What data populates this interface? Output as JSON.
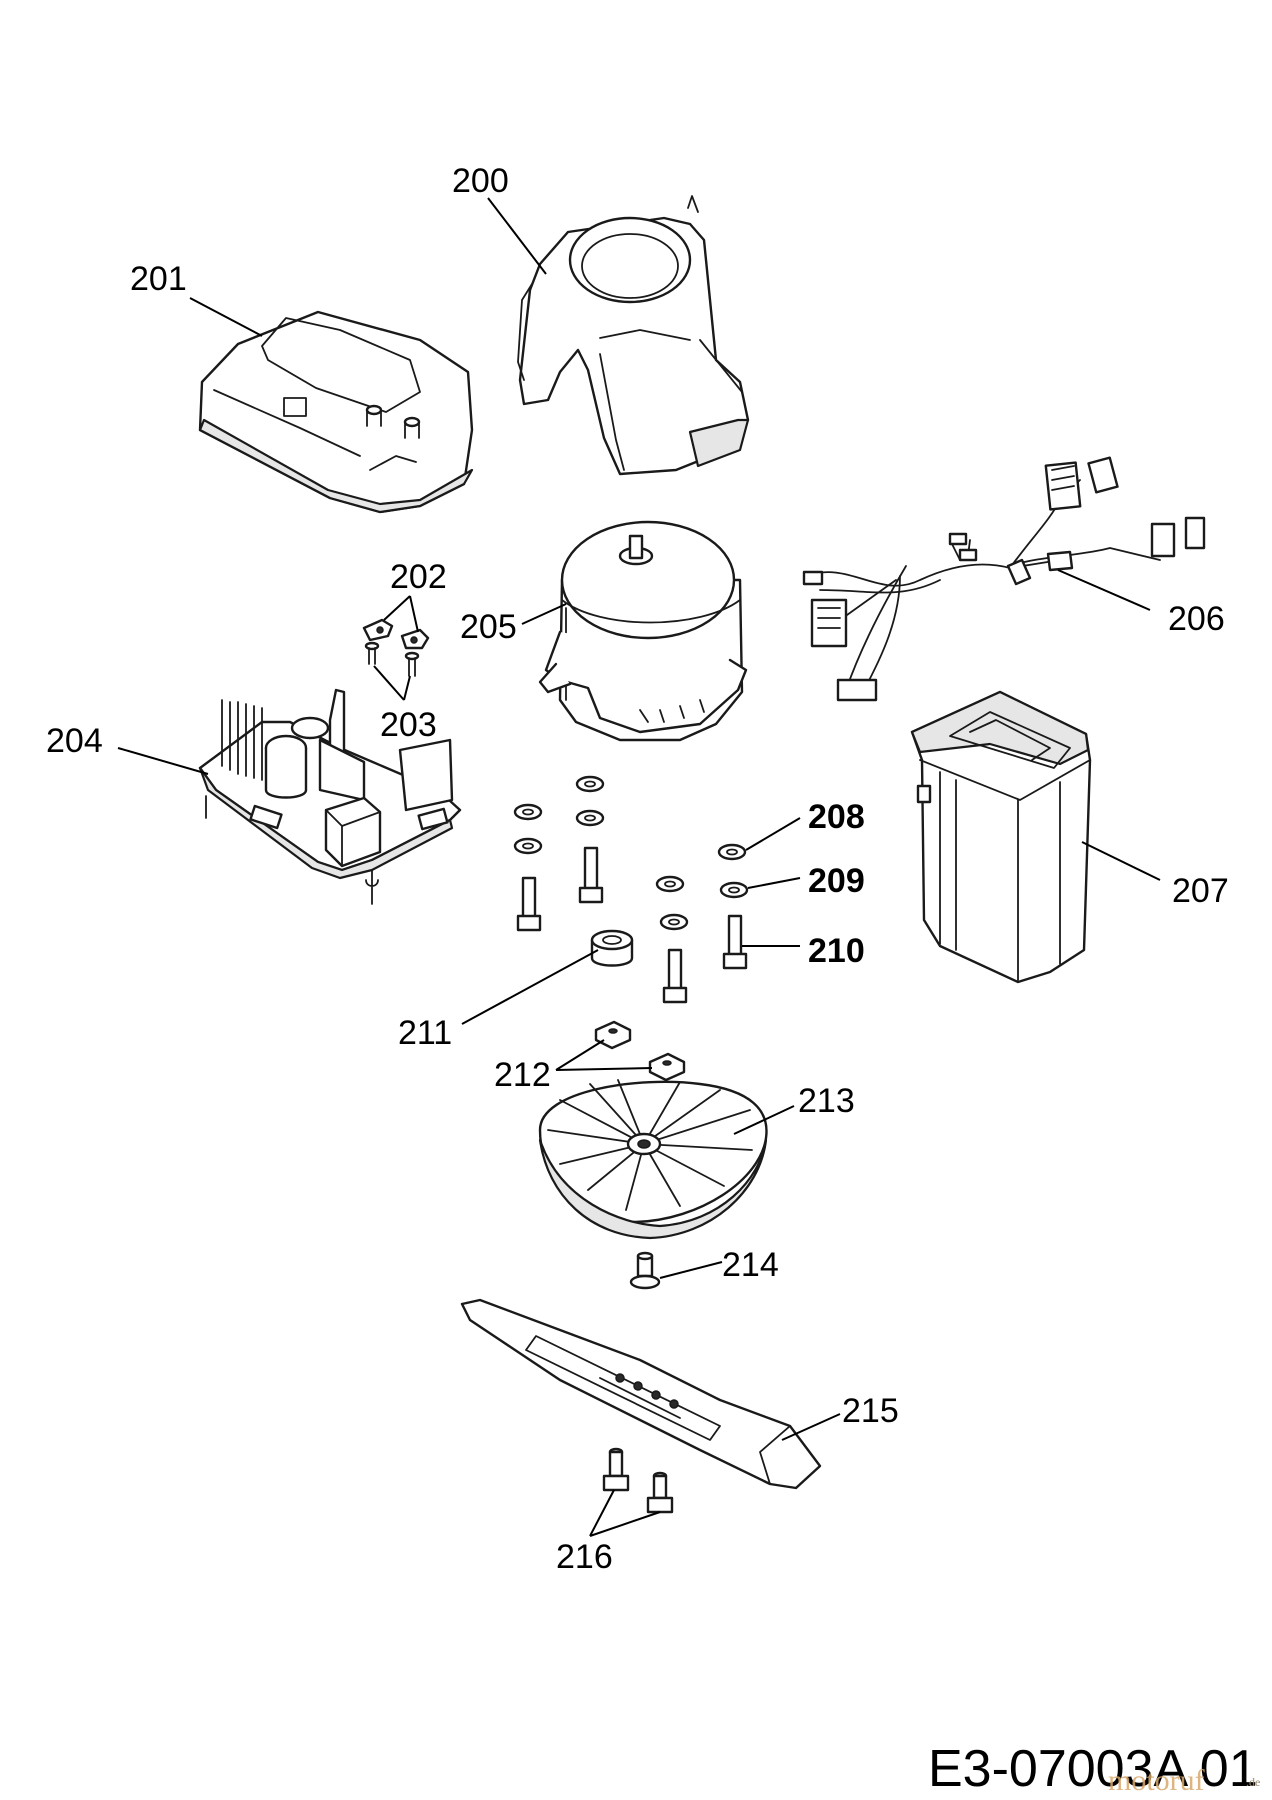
{
  "labels": {
    "p200": "200",
    "p201": "201",
    "p202": "202",
    "p203": "203",
    "p204": "204",
    "p205": "205",
    "p206": "206",
    "p207": "207",
    "p208": "208",
    "p209": "209",
    "p210": "210",
    "p211": "211",
    "p212": "212",
    "p213": "213",
    "p214": "214",
    "p215": "215",
    "p216": "216"
  },
  "document_number": "E3-07003A 01",
  "watermark": {
    "brand": "motoruf",
    "suffix": ".de"
  }
}
